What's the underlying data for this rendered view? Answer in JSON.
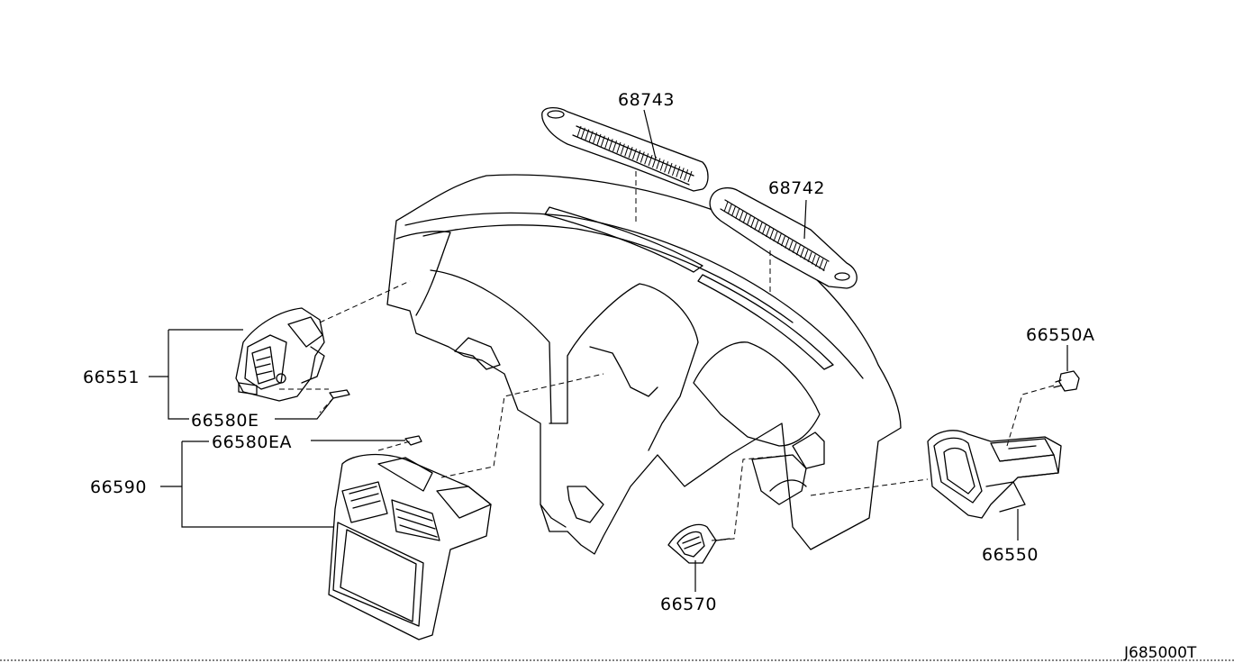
{
  "diagram": {
    "reference_code": "J685000T",
    "part_labels": {
      "vent_68743": "68743",
      "vent_68742": "68742",
      "vent_66550A": "66550A",
      "vent_66551": "66551",
      "vent_66580E": "66580E",
      "vent_66580EA": "66580EA",
      "vent_66590": "66590",
      "vent_66550": "66550",
      "vent_66570": "66570"
    }
  }
}
